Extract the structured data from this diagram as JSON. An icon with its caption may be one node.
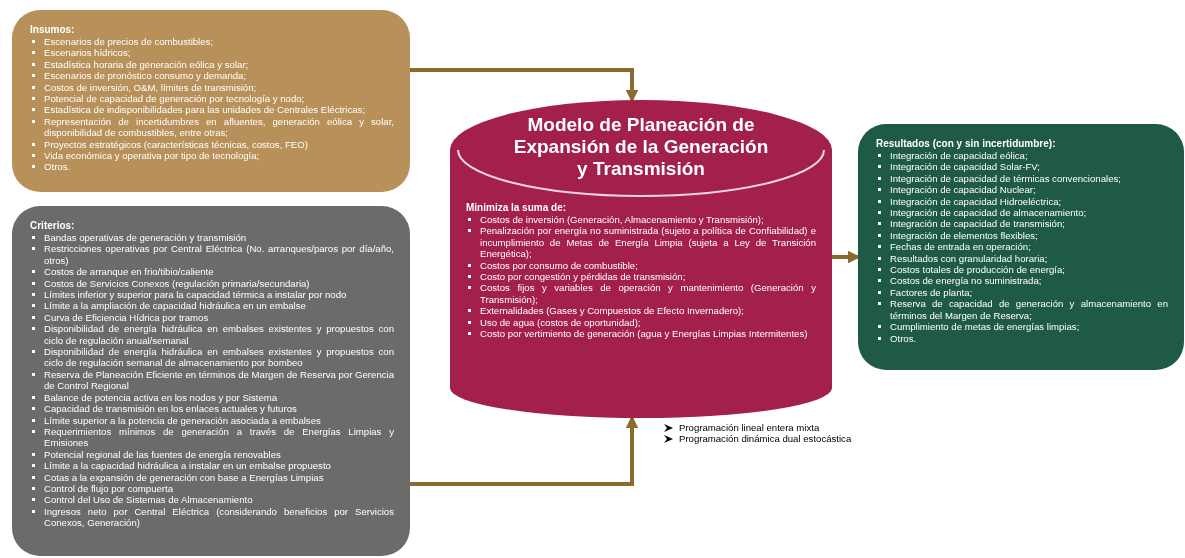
{
  "diagram": {
    "nodes": [
      {
        "text": [
          "Insumos:",
          "Escenarios de precios de combustibles;",
          "Escenarios hídricos;",
          "Estadística horaria de generación eólica y solar;",
          "Escenarios de pronóstico consumo y demanda;",
          "Costos de inversión, O&M, límites de transmisión;",
          "Potencial de capacidad de generación por tecnología y nodo;",
          "Estadística de indisponibilidades para las unidades de Centrales Eléctricas;",
          "Representación de incertidumbres en afluentes, generación eólica y solar, disponibilidad de combustibles, entre otras;",
          "Proyectos estratégicos (características técnicas, costos, FEO)",
          "Vida económica y operativa por tipo de tecnología;",
          "Otros."
        ]
      },
      {
        "text": [
          "Criterios:",
          "Bandas operativas de generación y transmisión",
          "Restricciones operativas por Central Eléctrica (No. arranques/paros por día/año, otros)",
          "Costos de arranque en frio/tibio/caliente",
          "Costos de Servicios Conexos (regulación primaria/secundaria)",
          "Límites inferior y superior para la capacidad térmica a instalar por nodo",
          "Límite a la ampliación de capacidad hidráulica en un embalse",
          "Curva de Eficiencia Hídrica por tramos",
          "Disponibilidad de energía hidráulica en embalses existentes y propuestos con ciclo de regulación anual/semanal",
          "Disponibilidad de energía hidráulica en embalses existentes y propuestos con ciclo de regulación semanal de almacenamiento por bombeo",
          "Reserva de Planeación Eficiente en términos de Margen de Reserva por Gerencia de Control Regional",
          "Balance de potencia activa en los nodos y por Sistema",
          "Capacidad de transmisión en los enlaces actuales y futuros",
          "Límite superior a la potencia de generación asociada a embalses",
          "Requerimientos mínimos de generación a través de Energías Limpias y Emisiones",
          "Potencial regional de las fuentes de energía renovables",
          "Límite a la capacidad hidráulica a instalar en un embalse propuesto",
          "Cotas a la expansión de generación con base a Energías Limpias",
          "Control de flujo por compuerta",
          "Control del Uso de Sistemas de Almacenamiento",
          "Ingresos neto por Central Eléctrica (considerando beneficios por Servicios Conexos, Generación)"
        ]
      },
      {
        "text": [
          "Modelo de Planeación de Expansión de la Generación y Transmisión",
          "Minimiza la suma de:",
          "Costos de inversión (Generación, Almacenamiento y Transmisión);",
          "Penalización por energía no suministrada (sujeto a política de Confiabilidad) e incumplimiento de Metas de Energía Limpia (sujeta a Ley de Transición Energética);",
          "Costos por consumo de combustible;",
          "Costo por congestión y pérdidas de transmisión;",
          "Costos fijos y variables de operación y mantenimiento (Generación y Transmisión);",
          "Externalidades (Gases y Compuestos de Efecto Invernadero);",
          "Uso de agua (costos de oportunidad);",
          "Costo por vertimiento de generación (agua y Energías Limpias Intermitentes)"
        ],
        "beside": [
          "Programación lineal entera mixta",
          "Programación dinámica dual estocástica"
        ]
      },
      {
        "text": [
          "Resultados (con y sin incertidumbre):",
          "Integración de capacidad eólica;",
          "Integración de capacidad Solar-FV;",
          "Integración de capacidad de térmicas convencionales;",
          "Integración de capacidad Nuclear;",
          "Integración de capacidad Hidroeléctrica;",
          "Integración de capacidad de almacenamiento;",
          "Integración de capacidad de transmisión;",
          "Integración de elementos flexibles;",
          "Fechas de entrada en operación;",
          "Resultados con granularidad horaria;",
          "Costos totales de producción de energía;",
          "Costos de energía no suministrada;",
          "Factores de planta;",
          "Reserva de capacidad de generación y almacenamiento en términos del Margen de Reserva;",
          "Cumplimiento de metas de energías limpias;",
          "Otros."
        ]
      }
    ],
    "edges": [
      {
        "from": 0,
        "to": 2,
        "arrow": "to"
      },
      {
        "from": 1,
        "to": 2,
        "arrow": "to"
      },
      {
        "from": 2,
        "to": 3,
        "arrow": "to"
      }
    ]
  }
}
